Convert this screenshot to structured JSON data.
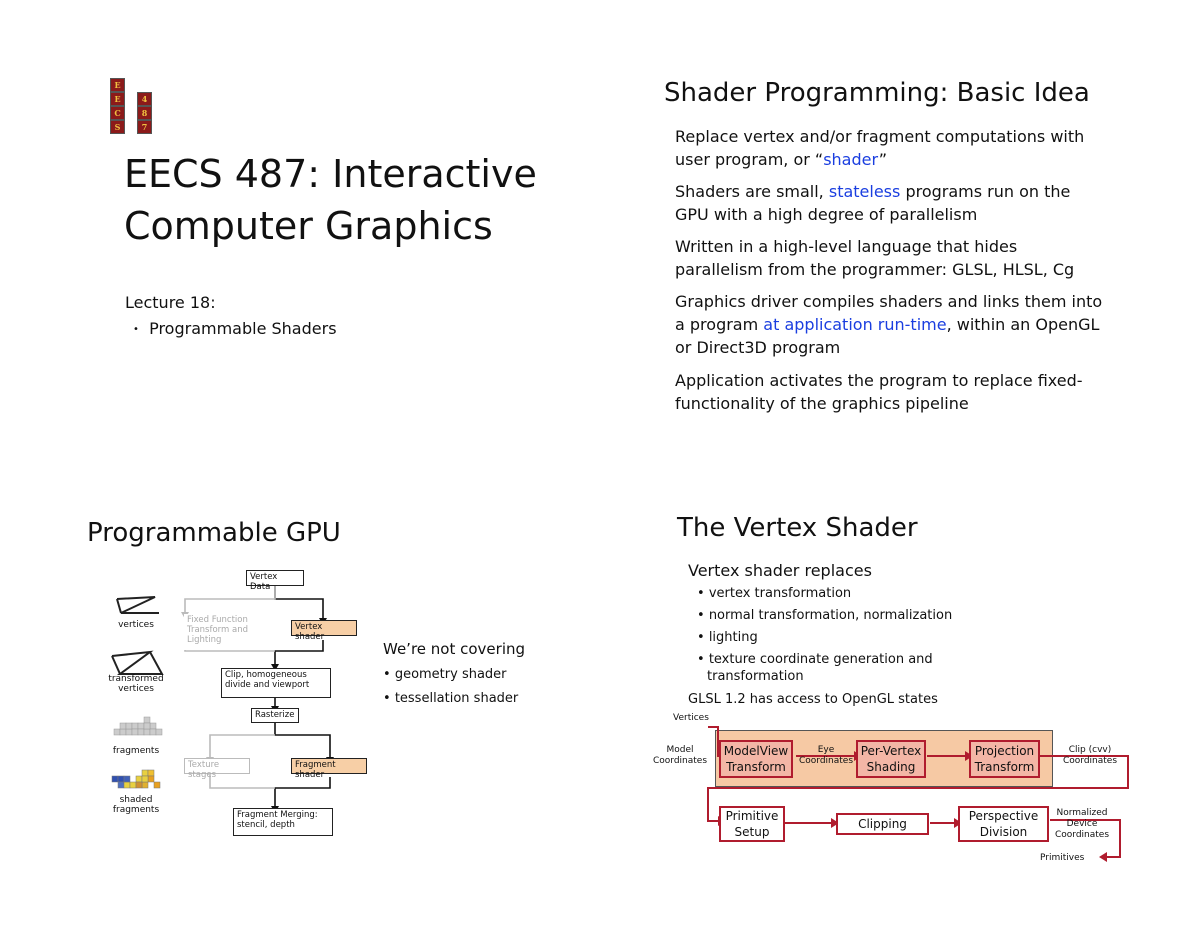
{
  "slide1": {
    "logo_letters": [
      "E",
      "E",
      "C",
      "S",
      "4",
      "8",
      "7"
    ],
    "title_line1": "EECS 487: Interactive",
    "title_line2": "Computer Graphics",
    "lecture": "Lecture 18:",
    "bullet": "Programmable Shaders"
  },
  "slide2": {
    "title": "Shader Programming: Basic Idea",
    "p1_a": "Replace vertex and/or fragment computations with user program, or “",
    "p1_link": "shader",
    "p1_b": "”",
    "p2_a": "Shaders are small, ",
    "p2_link": "stateless",
    "p2_b": " programs run on the GPU with a high degree of parallelism",
    "p3": "Written in a high-level language that hides parallelism from the programmer: GLSL, HLSL, Cg",
    "p4_a": "Graphics driver compiles shaders and links them into a program ",
    "p4_link": "at application run-time",
    "p4_b": ", within an OpenGL or Direct3D program",
    "p5": "Application activates the program to replace fixed-functionality of the graphics pipeline"
  },
  "slide3": {
    "title": "Programmable GPU",
    "icons": {
      "vertices": "vertices",
      "transformed": "transformed vertices",
      "fragments": "fragments",
      "shaded": "shaded fragments"
    },
    "boxes": {
      "vertex_data": "Vertex Data",
      "fixed_function": "Fixed Function Transform and Lighting",
      "vertex_shader": "Vertex shader",
      "clip": "Clip, homogeneous divide and viewport",
      "rasterize": "Rasterize",
      "texture_stages": "Texture stages",
      "fragment_shader": "Fragment shader",
      "merging": "Fragment Merging: stencil, depth"
    },
    "note_title": "We’re not covering",
    "note_items": [
      "geometry shader",
      "tessellation shader"
    ]
  },
  "slide4": {
    "title": "The Vertex Shader",
    "replaces": "Vertex shader replaces",
    "items": [
      "vertex transformation",
      "normal transformation, normalization",
      "lighting",
      "texture coordinate generation and transformation"
    ],
    "glsl": "GLSL 1.2 has access to OpenGL states",
    "labels": {
      "vertices": "Vertices",
      "model_coords": "Model Coordinates",
      "eye_coords": "Eye Coordinates",
      "clip_coords": "Clip (cvv) Coordinates",
      "ndc": "Normalized Device Coordinates",
      "primitives": "Primitives"
    },
    "boxes": {
      "modelview": "ModelView Transform",
      "pervertex": "Per-Vertex Shading",
      "projection": "Projection Transform",
      "primitive_setup": "Primitive Setup",
      "clipping": "Clipping",
      "perspective": "Perspective Division"
    },
    "colors": {
      "accent": "#b01c2e",
      "panel": "#f6c9a4",
      "box": "#f3b6a6",
      "link": "#1a3ee0"
    }
  }
}
